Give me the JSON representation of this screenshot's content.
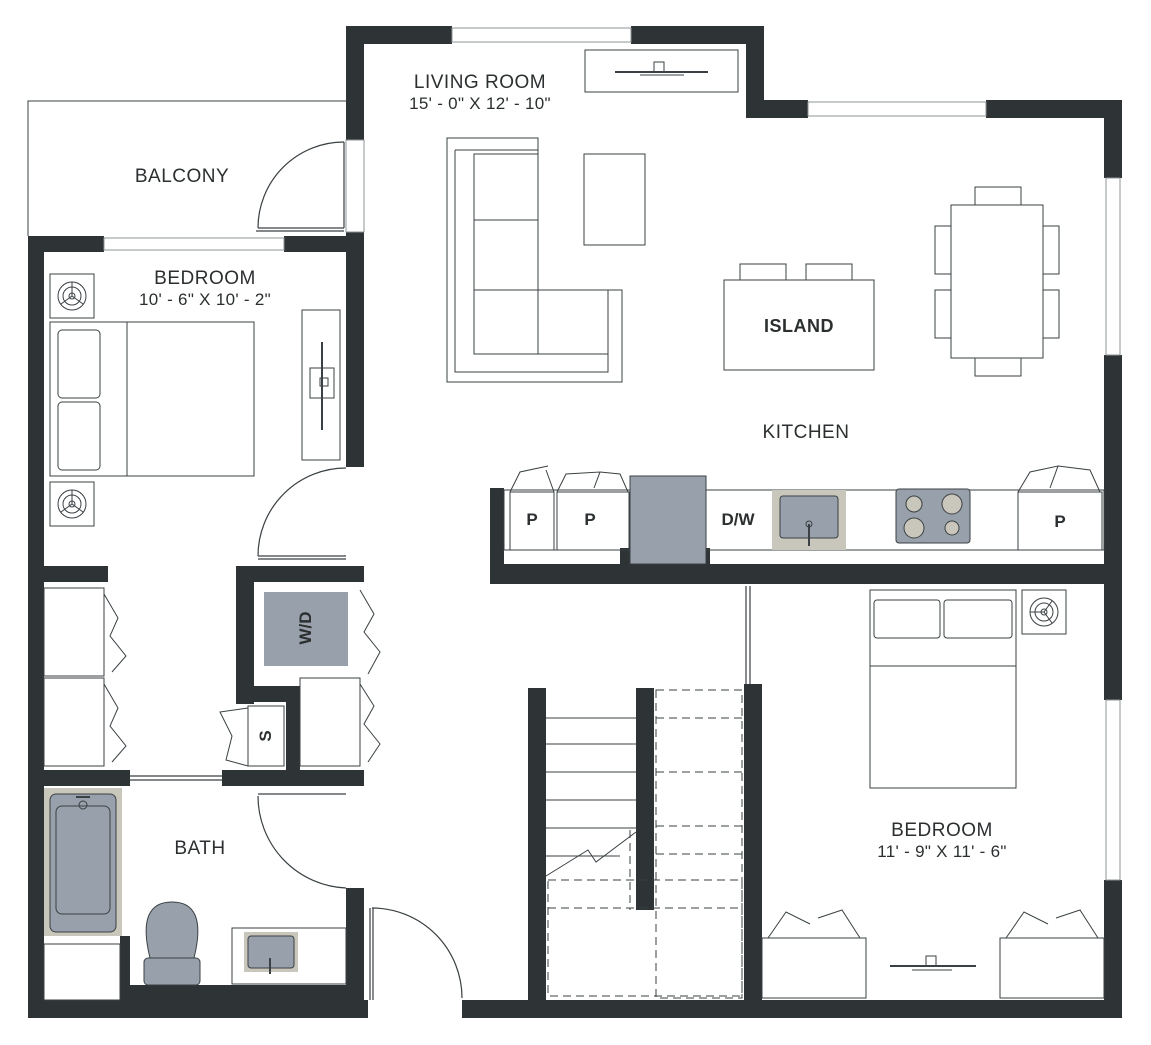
{
  "colors": {
    "wall": "#2e3436",
    "fixture_fill": "#98a1ab",
    "sink_frame": "#c9c6bb",
    "line": "#3a4043",
    "window": "#9aa1a4"
  },
  "rooms": {
    "living_room": {
      "name": "LIVING ROOM",
      "dims": "15' - 0\" X 12' - 10\""
    },
    "balcony": {
      "name": "BALCONY"
    },
    "bedroom_1": {
      "name": "BEDROOM",
      "dims": "10' - 6\" X 10' - 2\""
    },
    "bedroom_2": {
      "name": "BEDROOM",
      "dims": "11' - 9\" X 11' - 6\""
    },
    "kitchen": {
      "name": "KITCHEN"
    },
    "bath": {
      "name": "BATH"
    }
  },
  "fixtures": {
    "island": "ISLAND",
    "pantry_1": "P",
    "pantry_2": "P",
    "pantry_3": "P",
    "dishwasher": "D/W",
    "washer_dryer": "W/D",
    "storage": "S"
  },
  "icons": [
    "wall-mounted-hvac-icon",
    "tv-icon",
    "sink-icon",
    "cooktop-icon",
    "toilet-icon",
    "bathtub-icon",
    "stair-icon",
    "door-swing-icon"
  ]
}
